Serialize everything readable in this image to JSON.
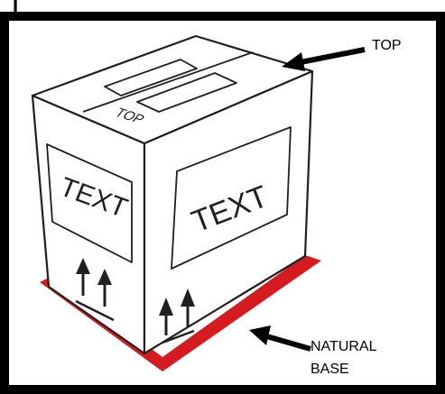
{
  "diagram": {
    "top_fragment": "I",
    "box": {
      "side_text": "TEXT",
      "front_text": "TEXT",
      "lid_text": "TOP"
    },
    "callouts": {
      "top_label": "TOP",
      "base_label_line1": "NATURAL",
      "base_label_line2": "BASE"
    },
    "colors": {
      "frame": "#000000",
      "base": "#d71920",
      "ink": "#231f20",
      "paper": "#ffffff"
    },
    "icons": {
      "orientation_arrows": "up-arrow-pair-icon",
      "callout_arrow": "pointer-arrow-icon"
    }
  }
}
